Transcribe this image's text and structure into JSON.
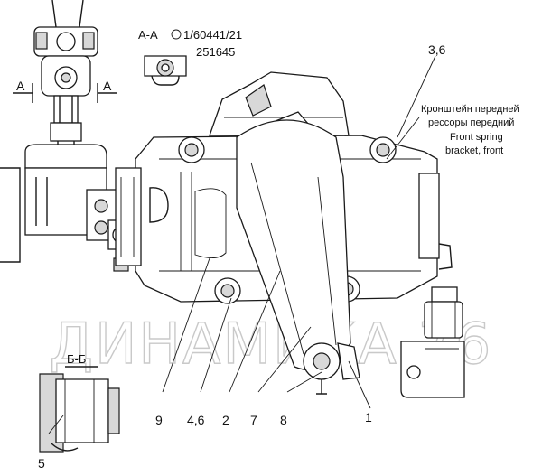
{
  "section_aa": {
    "label": "А-А",
    "part_no": "1/60441/21",
    "part_no_2": "251645"
  },
  "section_bb": {
    "label": "Б-Б"
  },
  "section_marks": {
    "left": "А",
    "right": "А"
  },
  "callout_top": {
    "text": "3,6"
  },
  "bracket_caption": {
    "line1": "Кронштейн передней",
    "line2": "рессоры передний",
    "line3": "Front spring",
    "line4": "bracket, front"
  },
  "part_labels": [
    "9",
    "4,6",
    "2",
    "7",
    "8",
    "1",
    "5"
  ],
  "watermark": "ДИНАМИКА 76"
}
